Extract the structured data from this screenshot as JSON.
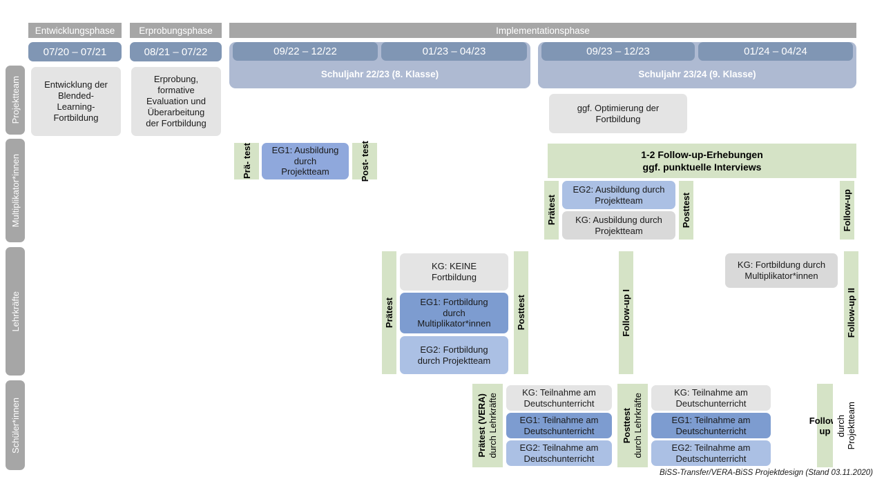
{
  "diagram": {
    "title": "BiSS-Transfer/VERA-BiSS Projektdesign",
    "footer": "BiSS-Transfer/VERA-BiSS Projektdesign (Stand 03.11.2020)",
    "colors": {
      "phase_header": "#a6a6a6",
      "date_chip": "#8096b4",
      "school_year_band": "#aebad2",
      "row_label": "#a6a6a6",
      "grey_box": "#e4e4e4",
      "grey_box_alt": "#d9d9d9",
      "blue_dark": "#7d9cd0",
      "blue_mid": "#8fa8dc",
      "blue_light": "#abc0e4",
      "green_bar": "#d5e3c6"
    }
  },
  "phases": [
    {
      "label": "Entwicklungsphase"
    },
    {
      "label": "Erprobungsphase"
    },
    {
      "label": "Implementationsphase"
    }
  ],
  "dates": [
    {
      "label": "07/20 – 07/21"
    },
    {
      "label": "08/21 – 07/22"
    },
    {
      "label": "09/22 – 12/22"
    },
    {
      "label": "01/23 – 04/23"
    },
    {
      "label": "09/23 – 12/23"
    },
    {
      "label": "01/24 – 04/24"
    }
  ],
  "school_years": [
    {
      "label": "Schuljahr 22/23 (8. Klasse)"
    },
    {
      "label": "Schuljahr 23/24 (9. Klasse)"
    }
  ],
  "row_labels": [
    {
      "label": "Projektteam"
    },
    {
      "label": "Multiplikator*innen"
    },
    {
      "label": "Lehrkräfte"
    },
    {
      "label": "Schüler*innen"
    }
  ],
  "projektteam": {
    "entwicklung": "Entwicklung der\nBlended-\nLearning-\nFortbildung",
    "erprobung": "Erprobung,\nformative\nEvaluation und\nÜberarbeitung\nder Fortbildung",
    "optimierung": "ggf. Optimierung der\nFortbildung"
  },
  "multiplikatoren": {
    "praetest_1": "Prä-\ntest",
    "eg1": "EG1: Ausbildung\ndurch\nProjektteam",
    "posttest_1": "Post-\ntest",
    "followup_banner": "1-2 Follow-up-Erhebungen\nggf. punktuelle Interviews",
    "praetest_2": "Prätest",
    "eg2": "EG2:  Ausbildung durch\nProjektteam",
    "kg": "KG: Ausbildung durch\nProjektteam",
    "posttest_2": "Posttest",
    "followup": "Follow-up"
  },
  "lehrkraefte": {
    "praetest": "Prätest",
    "kg": "KG:  KEINE\nFortbildung",
    "eg1": "EG1: Fortbildung\ndurch\nMultiplikator*innen",
    "eg2": "EG2: Fortbildung\ndurch Projektteam",
    "posttest": "Posttest",
    "followup_1": "Follow-up I",
    "kg_2": "KG: Fortbildung durch\nMultiplikator*innen",
    "followup_2": "Follow-up II"
  },
  "schueler": {
    "praetest_main": "Prätest (VERA)",
    "praetest_sub": "durch Lehrkräfte",
    "kg_1": "KG: Teilnahme am\nDeutschunterricht",
    "eg1_1": "EG1: Teilnahme am\nDeutschunterricht",
    "eg2_1": "EG2: Teilnahme am\nDeutschunterricht",
    "posttest_main": "Posttest",
    "posttest_sub": "durch Lehrkräfte",
    "kg_2": "KG: Teilnahme am\nDeutschunterricht",
    "eg1_2": "EG1: Teilnahme am\nDeutschunterricht",
    "eg2_2": "EG2: Teilnahme am\nDeutschunterricht",
    "followup_main": "Follow-up",
    "followup_sub": "durch\nProjektteam"
  }
}
